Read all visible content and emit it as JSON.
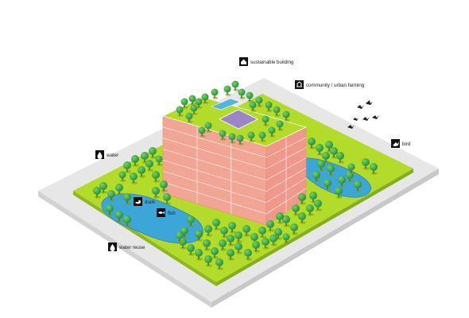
{
  "labels": {
    "sustainable_building": "sustainable building",
    "community_farming": "community / urban farming",
    "bird": "bird",
    "water": "water",
    "duck": "duck",
    "fish": "fish",
    "water_reuse": "water reuse"
  },
  "icons": {
    "sustainable_building": "house-icon",
    "community_farming": "farm-icon",
    "bird": "bird-icon",
    "water": "water-drop-icon",
    "duck": "duck-icon",
    "fish": "fish-icon",
    "water_reuse": "water-reuse-icon"
  },
  "colors": {
    "ground": "#dcdcdc",
    "grass": "#b3dc2a",
    "building": "#f0a090",
    "pond": "#3da6d8",
    "tree": "#3faa4a",
    "icon_box": "#111111"
  }
}
